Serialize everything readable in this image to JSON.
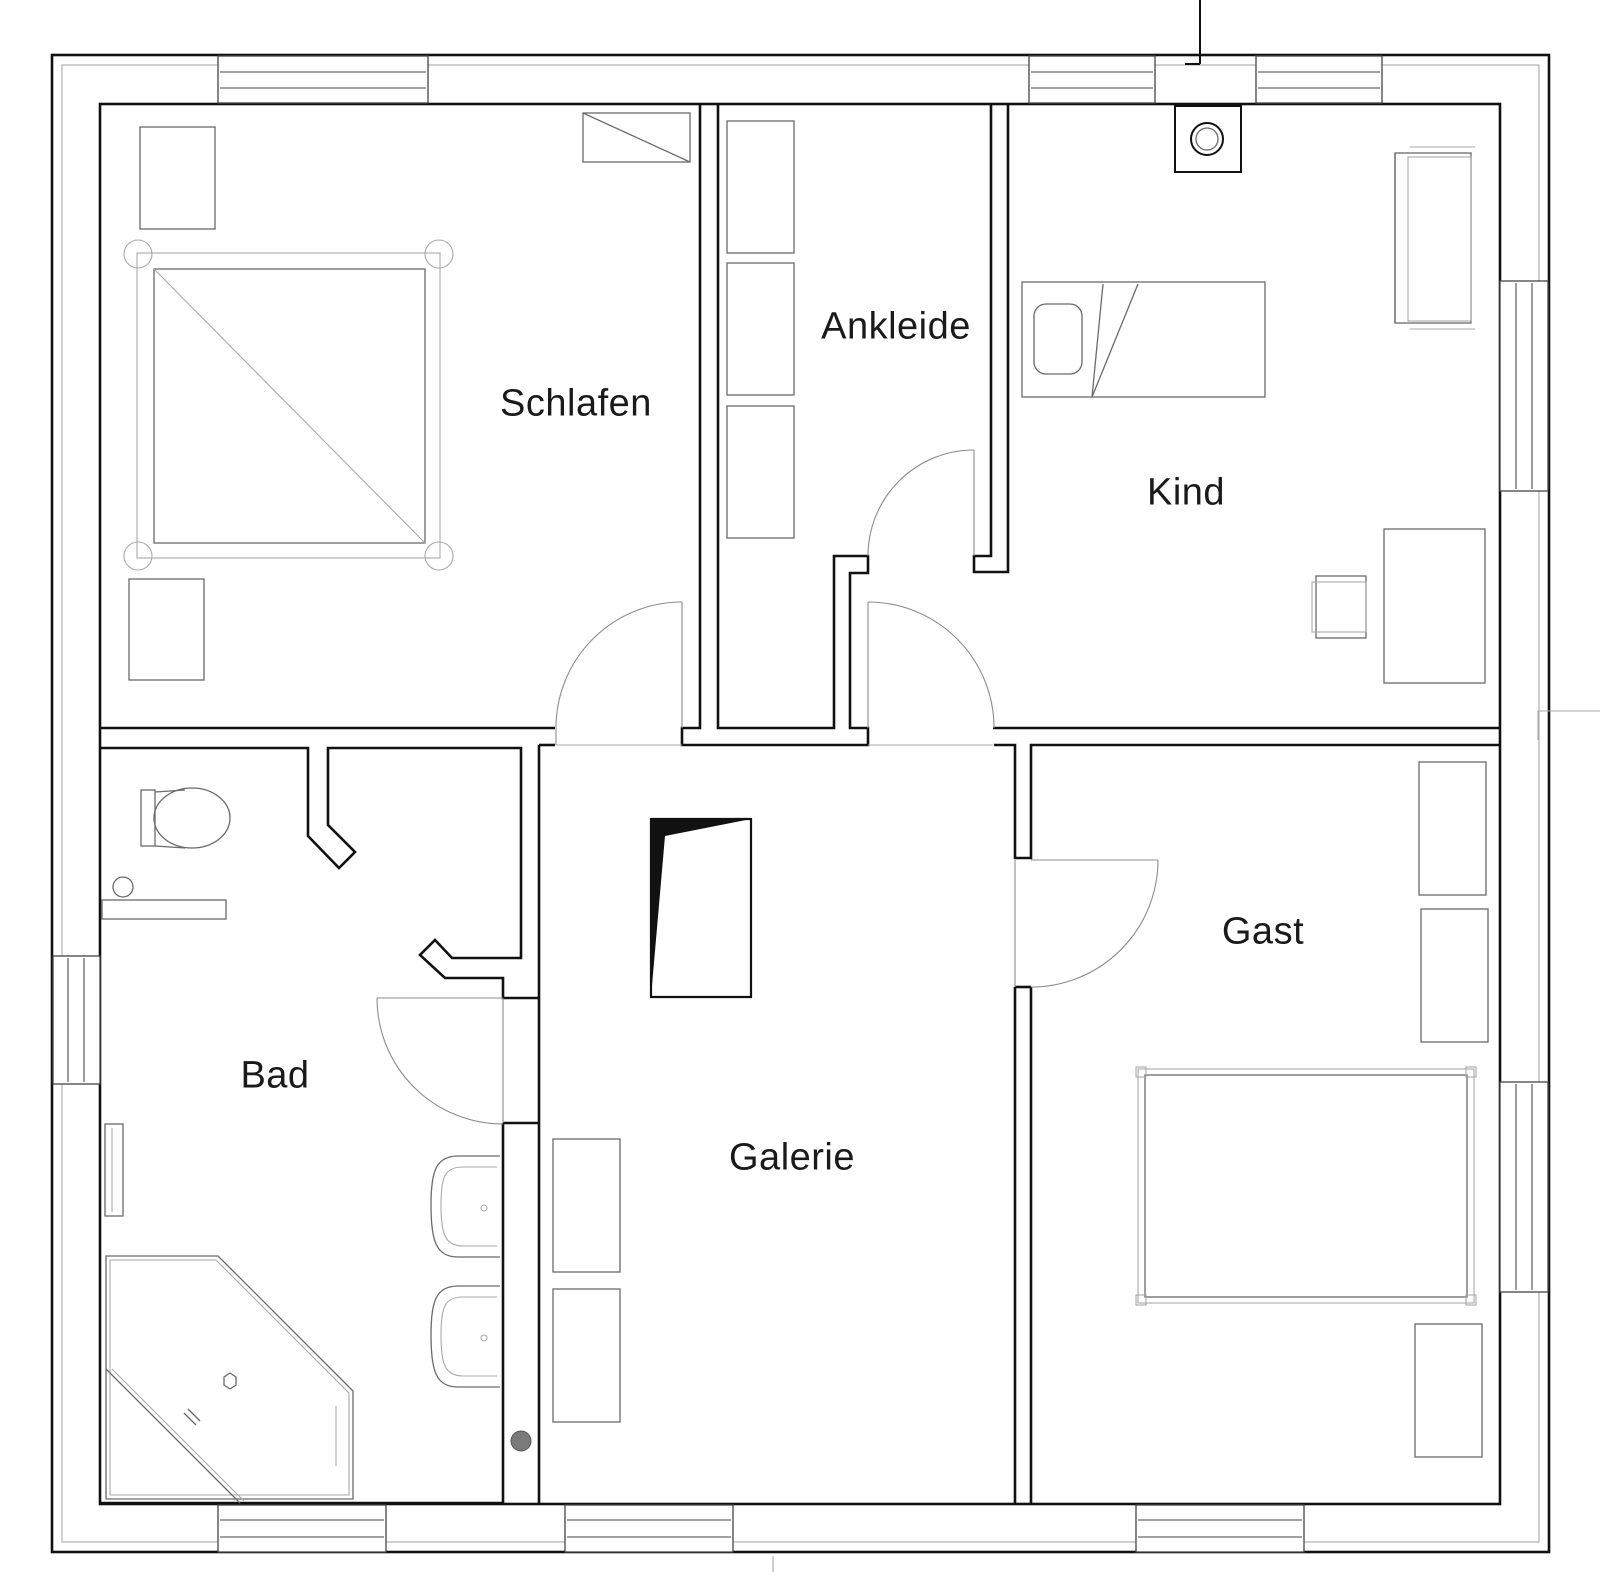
{
  "rooms": {
    "schlafen": "Schlafen",
    "ankleide": "Ankleide",
    "kind": "Kind",
    "bad": "Bad",
    "galerie": "Galerie",
    "gast": "Gast"
  },
  "colors": {
    "wall": "#111111",
    "furniture": "#6a6a6a",
    "background": "#ffffff",
    "column": "#7a7a7a"
  }
}
